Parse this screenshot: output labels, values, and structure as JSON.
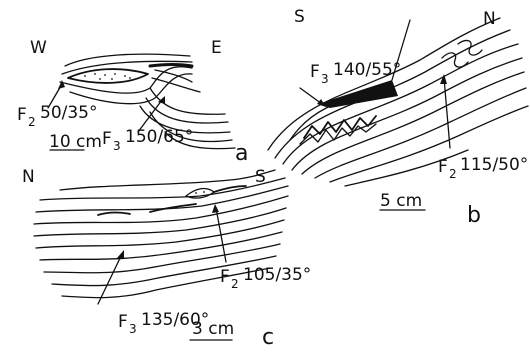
{
  "figure": {
    "panel_a": {
      "dir_west": "W",
      "dir_east": "E",
      "f2": {
        "letter": "F",
        "sub": "2",
        "value": "50/35°"
      },
      "f3": {
        "letter": "F",
        "sub": "3",
        "value": "150/65°"
      },
      "scale": "10 cm",
      "panel_label": "a"
    },
    "panel_b": {
      "dir_south": "S",
      "dir_north": "N",
      "f3": {
        "letter": "F",
        "sub": "3",
        "value": "140/55°"
      },
      "f2": {
        "letter": "F",
        "sub": "2",
        "value": "115/50°"
      },
      "scale": "5 cm",
      "panel_label": "b"
    },
    "panel_c": {
      "dir_north": "N",
      "dir_south": "S",
      "f2": {
        "letter": "F",
        "sub": "2",
        "value": "105/35°"
      },
      "f3": {
        "letter": "F",
        "sub": "3",
        "value": "135/60°"
      },
      "scale": "3 cm",
      "panel_label": "c"
    }
  }
}
